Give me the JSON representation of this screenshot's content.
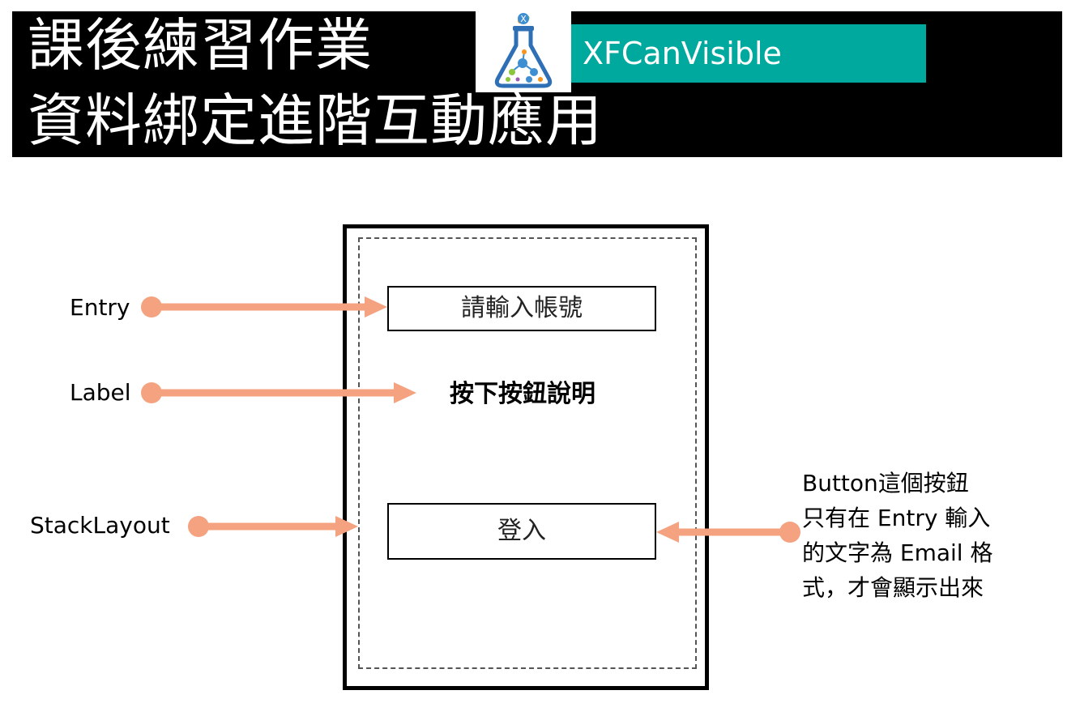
{
  "header": {
    "title_line_1": "課後練習作業",
    "title_line_2": "資料綁定進階互動應用",
    "tag_text": "XFCanVisible",
    "tag_color": "#00A99D",
    "banner_color": "#000000"
  },
  "logo": {
    "icon": "lab-flask-icon",
    "badge_letter": "X"
  },
  "callouts": {
    "entry": "Entry",
    "label": "Label",
    "stack_layout": "StackLayout"
  },
  "phone": {
    "entry_placeholder": "請輸入帳號",
    "label_text": "按下按鈕說明",
    "button_text": "登入"
  },
  "note": {
    "lines": [
      "Button這個按鈕",
      "只有在 Entry 輸入",
      "的文字為 Email 格",
      "式，才會顯示出來"
    ]
  },
  "colors": {
    "arrow": "#F4A27F",
    "frame": "#000000",
    "dashed_border": "#555555"
  }
}
